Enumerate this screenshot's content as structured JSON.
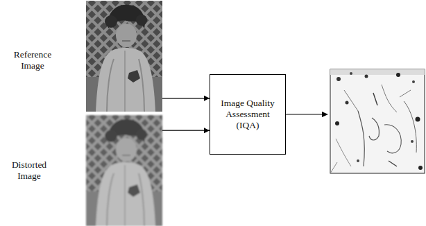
{
  "diagram": {
    "nodes": [
      {
        "text": [
          "Reference Image"
        ]
      },
      {
        "text": [
          "Distorted Image"
        ]
      },
      {
        "text": [
          "Image Quality Assessment (IQA)"
        ]
      }
    ],
    "edges": [
      {
        "from": 0,
        "to": 2,
        "arrow": "to"
      },
      {
        "from": 1,
        "to": 2,
        "arrow": "to"
      }
    ]
  }
}
